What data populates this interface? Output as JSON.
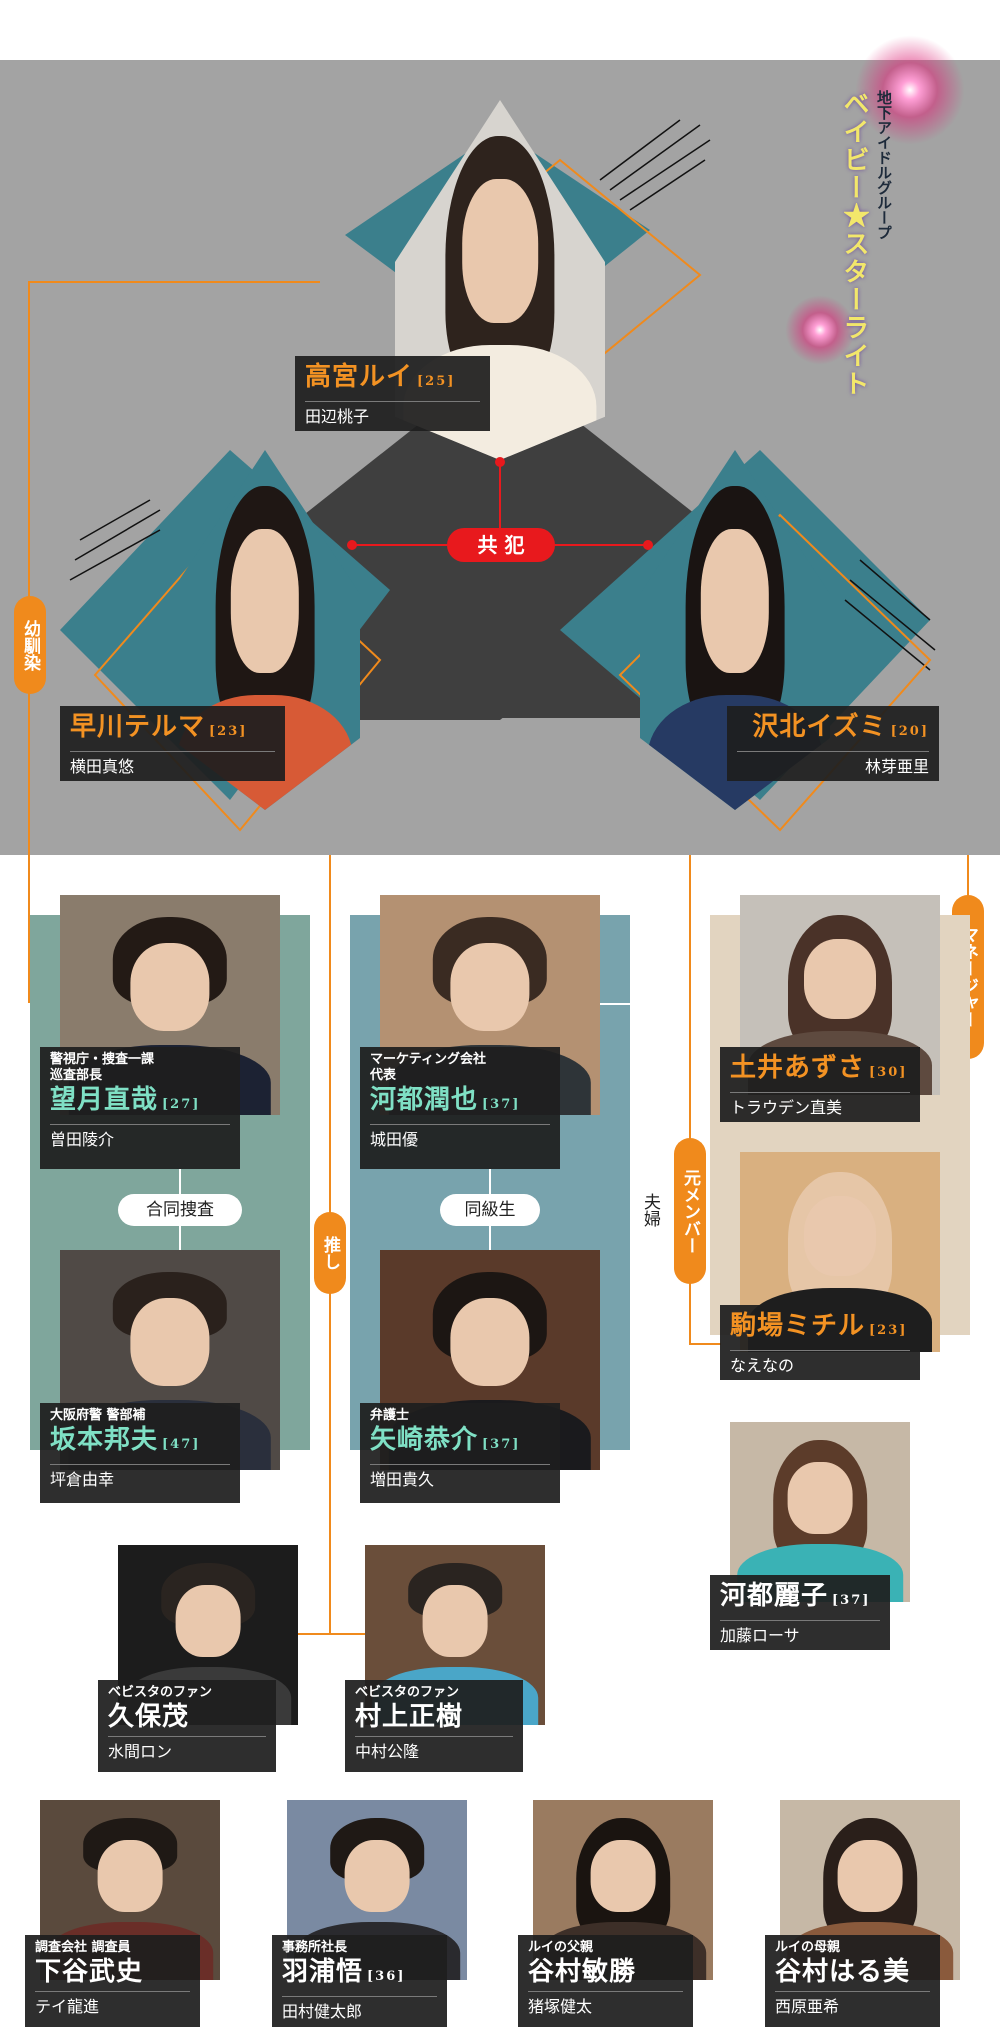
{
  "group": {
    "subtitle": "地下アイドルグループ",
    "title": "ベイビー★スターライト"
  },
  "relations": {
    "accomplice": "共 犯",
    "childhood_friend": "幼馴染",
    "joint_investigation": "合同捜査",
    "classmates": "同級生",
    "oshi": "推し",
    "couple": "夫婦",
    "former_member": "元メンバー",
    "manager": "マネージャー"
  },
  "characters": {
    "takamiya": {
      "role": "",
      "name": "高宮ルイ",
      "age": "[25]",
      "actor": "田辺桃子"
    },
    "hayakawa": {
      "role": "",
      "name": "早川テルマ",
      "age": "[23]",
      "actor": "横田真悠"
    },
    "sawakita": {
      "role": "",
      "name": "沢北イズミ",
      "age": "[20]",
      "actor": "林芽亜里"
    },
    "mochizuki": {
      "role1": "警視庁・捜査一課",
      "role2": "巡査部長",
      "name": "望月直哉",
      "age": "[27]",
      "actor": "曽田陵介"
    },
    "sakamoto": {
      "role1": "大阪府警 警部補",
      "name": "坂本邦夫",
      "age": "[47]",
      "actor": "坪倉由幸"
    },
    "kawato": {
      "role1": "マーケティング会社",
      "role2": "代表",
      "name": "河都潤也",
      "age": "[37]",
      "actor": "城田優"
    },
    "yazaki": {
      "role1": "弁護士",
      "name": "矢崎恭介",
      "age": "[37]",
      "actor": "増田貴久"
    },
    "tsuchii": {
      "name": "土井あずさ",
      "age": "[30]",
      "actor": "トラウデン直美"
    },
    "komaba": {
      "name": "駒場ミチル",
      "age": "[23]",
      "actor": "なえなの"
    },
    "reiko": {
      "name": "河都麗子",
      "age": "[37]",
      "actor": "加藤ローサ"
    },
    "kubo": {
      "role1": "ベビスタのファン",
      "name": "久保茂",
      "age": "",
      "actor": "水間ロン"
    },
    "murakami": {
      "role1": "ベビスタのファン",
      "name": "村上正樹",
      "age": "",
      "actor": "中村公隆"
    },
    "shimoya": {
      "role1": "調査会社 調査員",
      "name": "下谷武史",
      "age": "",
      "actor": "テイ龍進"
    },
    "haura": {
      "role1": "事務所社長",
      "name": "羽浦悟",
      "age": "[36]",
      "actor": "田村健太郎"
    },
    "tanimura_f": {
      "role1": "ルイの父親",
      "name": "谷村敏勝",
      "age": "",
      "actor": "猪塚健太"
    },
    "tanimura_m": {
      "role1": "ルイの母親",
      "name": "谷村はる美",
      "age": "",
      "actor": "西原亜希"
    }
  },
  "colors": {
    "accent_orange": "#f08a1c",
    "accomplice_red": "#e8191d",
    "teal_name": "#7fe0c5",
    "band_gray": "#a3a3a3"
  },
  "icons": [
    "sparkle-glow-icon"
  ]
}
